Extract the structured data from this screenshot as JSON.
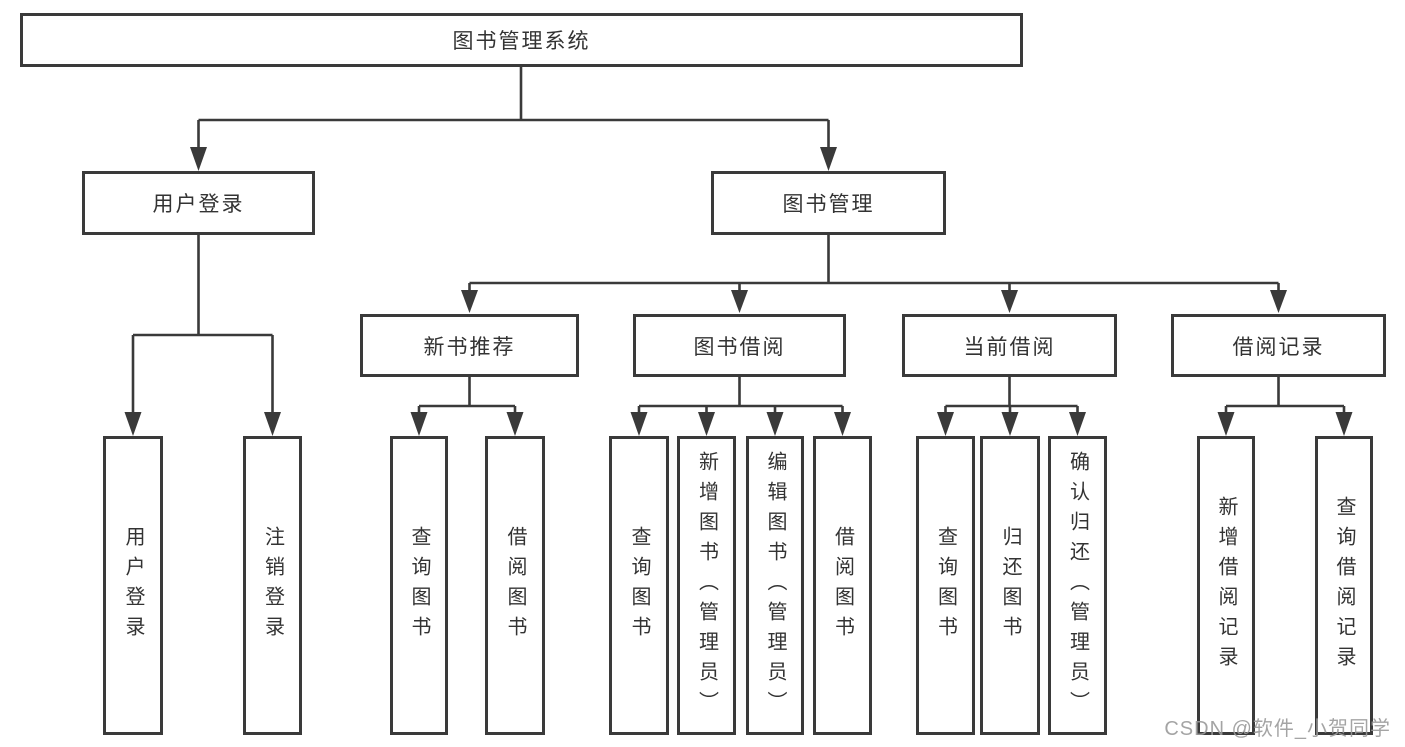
{
  "diagram_title": "图书管理系统",
  "tree": {
    "label": "图书管理系统",
    "children": [
      {
        "label": "用户登录",
        "children": [
          {
            "label": "用户登录"
          },
          {
            "label": "注销登录"
          }
        ]
      },
      {
        "label": "图书管理",
        "children": [
          {
            "label": "新书推荐",
            "children": [
              {
                "label": "查询图书"
              },
              {
                "label": "借阅图书"
              }
            ]
          },
          {
            "label": "图书借阅",
            "children": [
              {
                "label": "查询图书"
              },
              {
                "label": "新增图书（管理员）"
              },
              {
                "label": "编辑图书（管理员）"
              },
              {
                "label": "借阅图书"
              }
            ]
          },
          {
            "label": "当前借阅",
            "children": [
              {
                "label": "查询图书"
              },
              {
                "label": "归还图书"
              },
              {
                "label": "确认归还（管理员）"
              }
            ]
          },
          {
            "label": "借阅记录",
            "children": [
              {
                "label": "新增借阅记录"
              },
              {
                "label": "查询借阅记录"
              }
            ]
          }
        ]
      }
    ]
  },
  "watermark": {
    "text": "CSDN @软件_小贺同学"
  },
  "colors": {
    "line": "#3a3a3a",
    "text": "#333333",
    "node_bg": "#ffffff",
    "watermark": "#9b9b9b",
    "background": "#ffffff"
  }
}
